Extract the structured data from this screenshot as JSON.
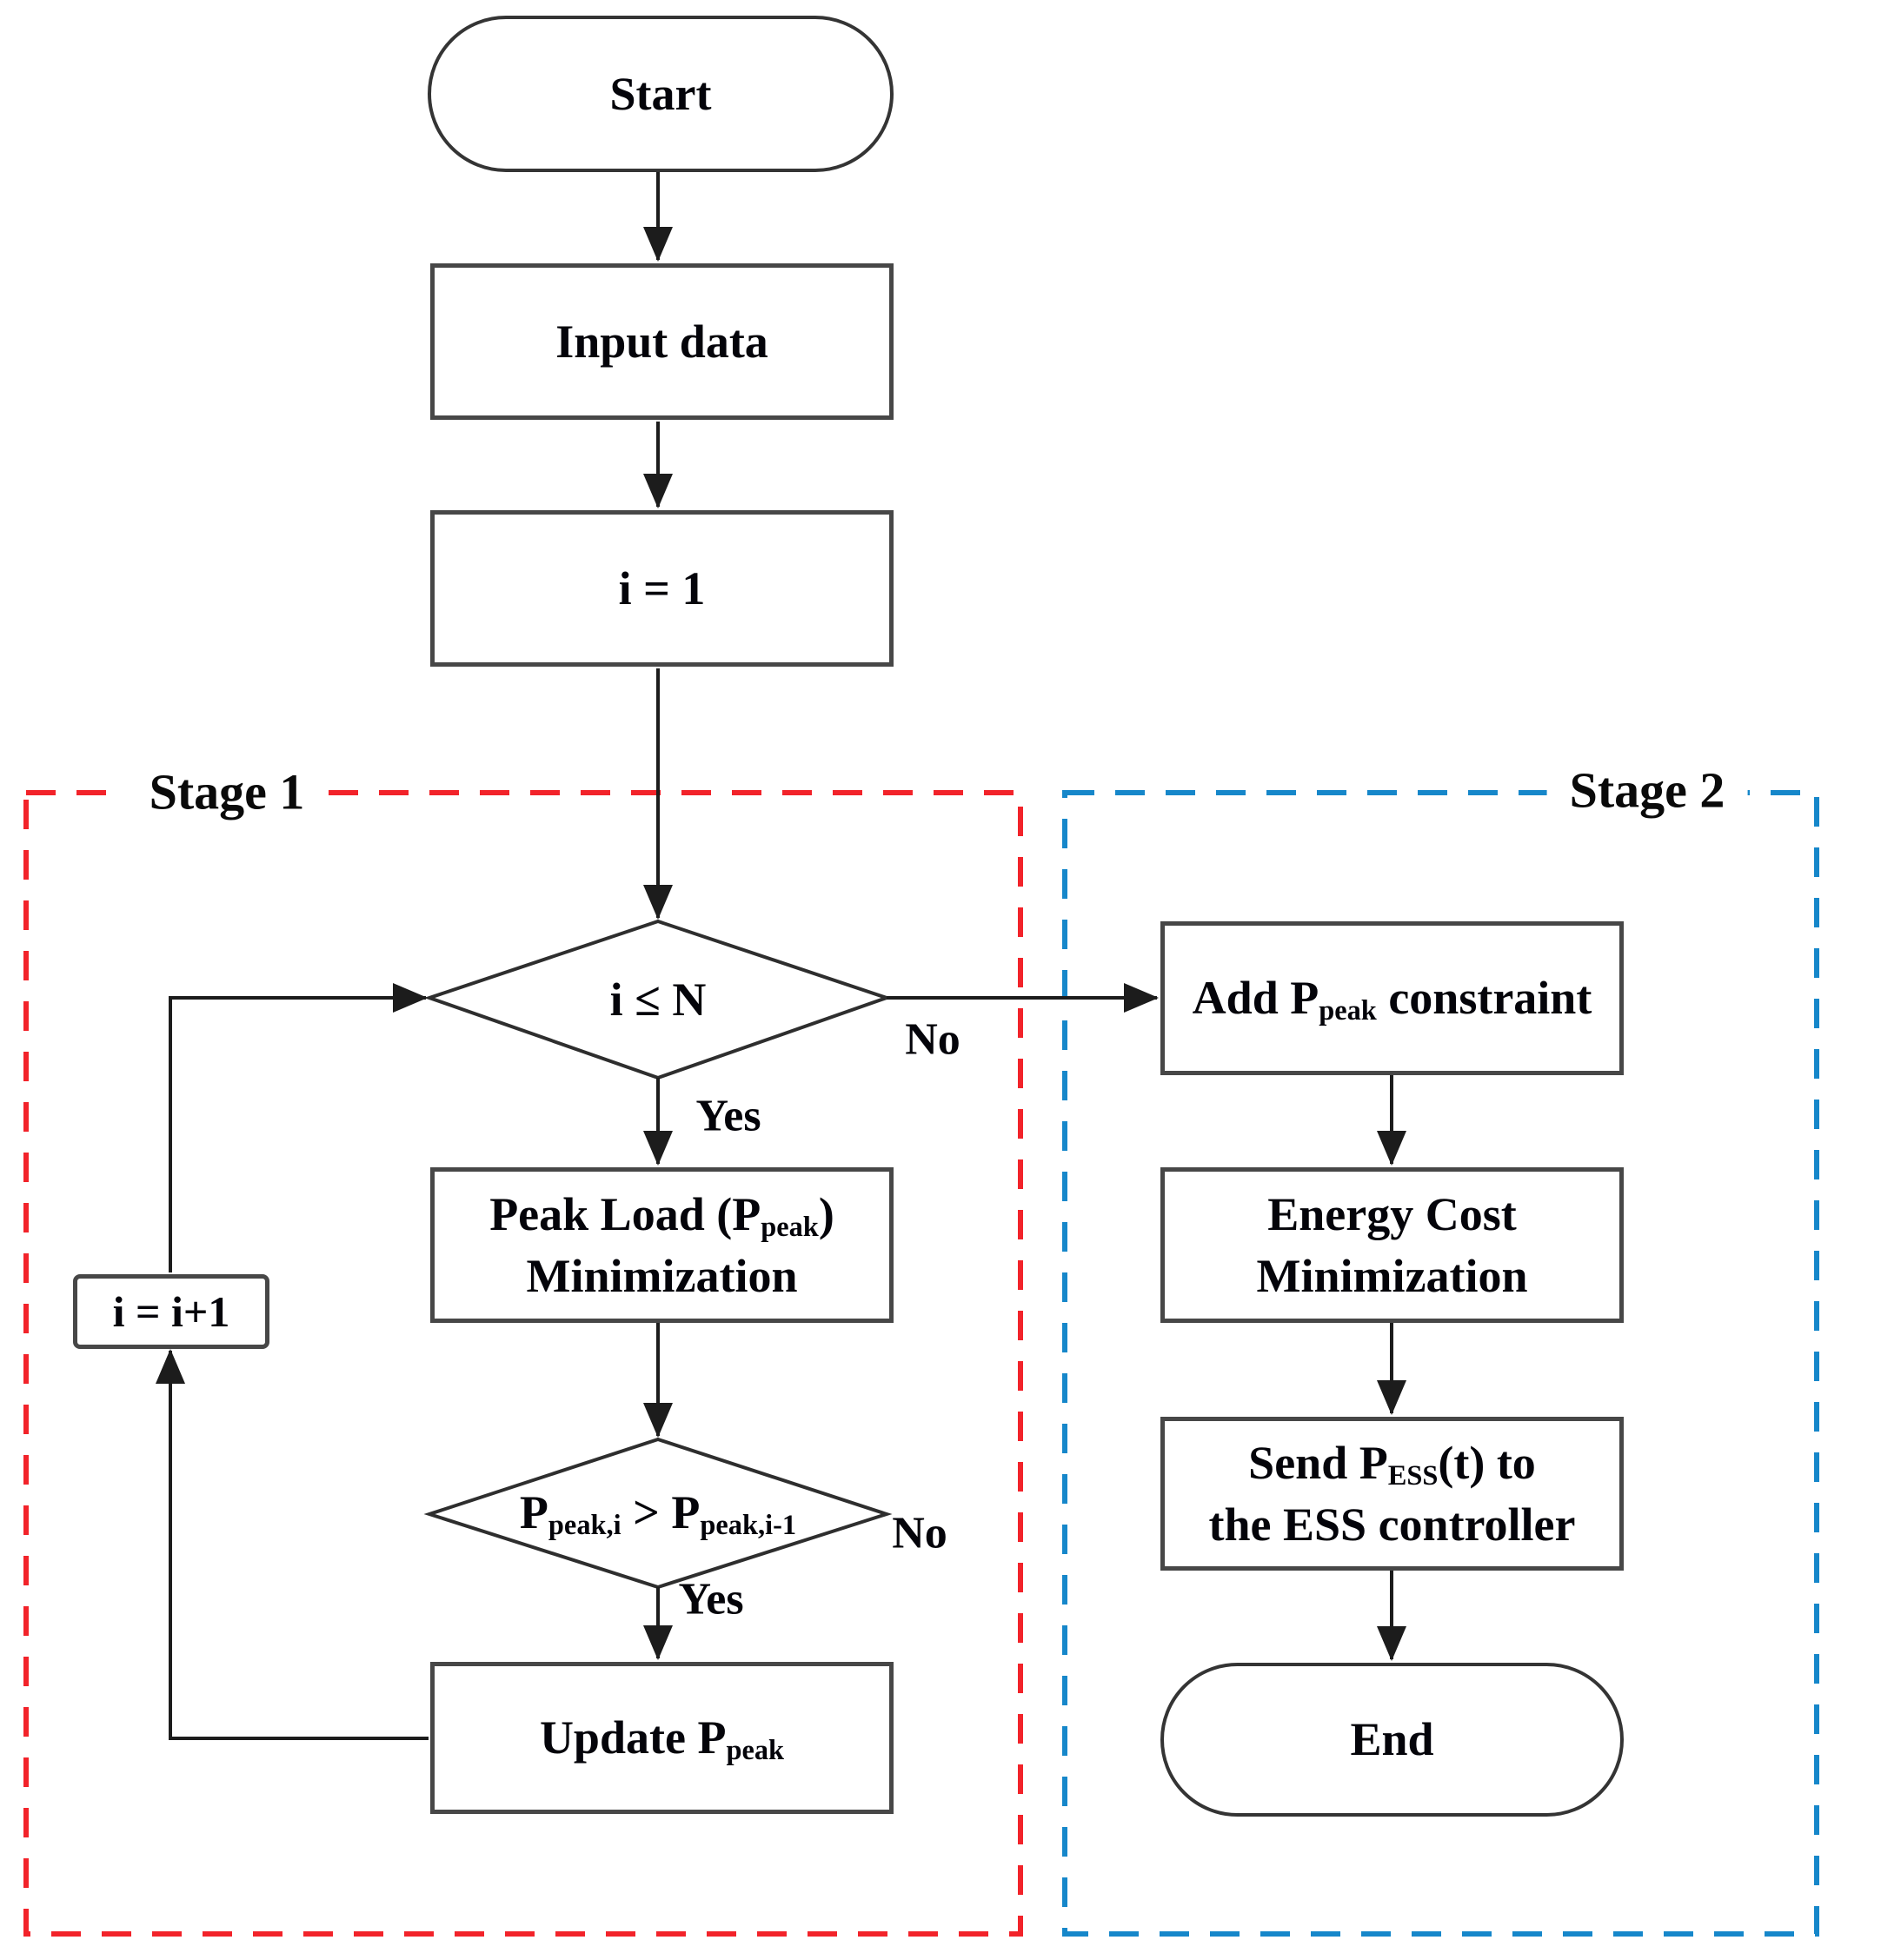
{
  "figure": {
    "type": "flowchart",
    "description": "Two-stage ESS optimization algorithm flowchart"
  },
  "stage1": {
    "label": "Stage 1",
    "color": "#f2232a"
  },
  "stage2": {
    "label": "Stage 2",
    "color": "#1687ca"
  },
  "nodes": {
    "start": {
      "label": "Start"
    },
    "input_data": {
      "label": "Input data"
    },
    "init_i": {
      "label": "i = 1"
    },
    "check_i_le_n": {
      "label": "i ≤ N"
    },
    "peak_load_min": {
      "pre": "Peak Load (P",
      "sub": "peak",
      "post": ")",
      "line2": "Minimization"
    },
    "check_ppeak": {
      "p1": "P",
      "sub1": "peak,i",
      "mid": " > P",
      "sub2": "peak,i-1"
    },
    "update_ppeak": {
      "pre": "Update P",
      "sub": "peak"
    },
    "increment_i": {
      "label": "i = i+1"
    },
    "add_constraint": {
      "pre": "Add P",
      "sub": "peak",
      "post": " constraint"
    },
    "energy_cost_min": {
      "line1": "Energy Cost",
      "line2": "Minimization"
    },
    "send_pess": {
      "pre": "Send P",
      "sub": "ESS",
      "post": "(t) to",
      "line2": "the ESS controller"
    },
    "end": {
      "label": "End"
    }
  },
  "edge_labels": {
    "d1_yes": "Yes",
    "d1_no": "No",
    "d2_yes": "Yes",
    "d2_no": "No"
  }
}
